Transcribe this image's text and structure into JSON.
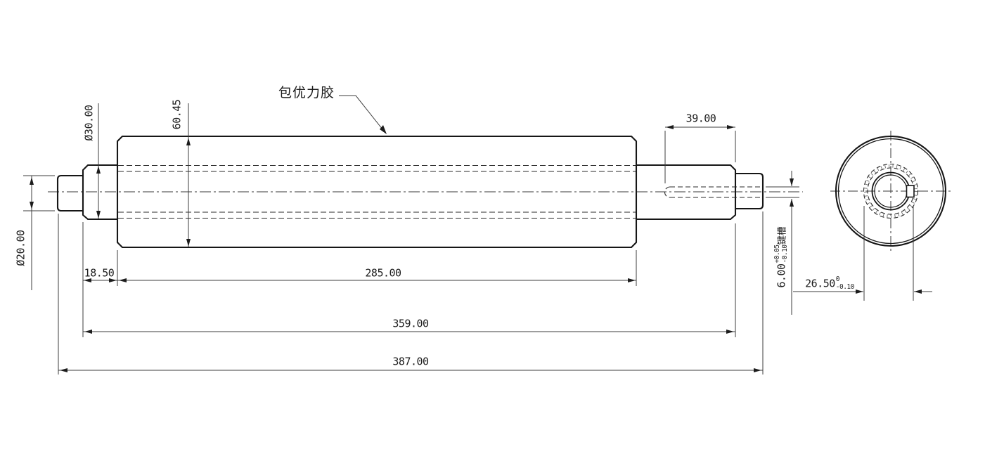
{
  "callout": {
    "label": "包优力胶"
  },
  "dims": {
    "shaft_dia_30": "Ø30.00",
    "roller_dia": "60.45",
    "shaft_dia_20": "Ø20.00",
    "right_shoulder_length": "39.00",
    "left_shoulder_length": "18.50",
    "roller_length": "285.00",
    "shoulder_to_shoulder_length": "359.00",
    "overall_length": "387.00",
    "keyway_width": {
      "value": "6.00",
      "tol_upper": "+0.05",
      "tol_lower": "-0.10",
      "suffix": "键槽"
    },
    "keyway_depth": {
      "value": "26.50",
      "tol_upper": "0",
      "tol_lower": "-0.10"
    }
  },
  "colors": {
    "outline": "#161616",
    "dimension": "#3c3c3c",
    "background": "#ffffff"
  }
}
